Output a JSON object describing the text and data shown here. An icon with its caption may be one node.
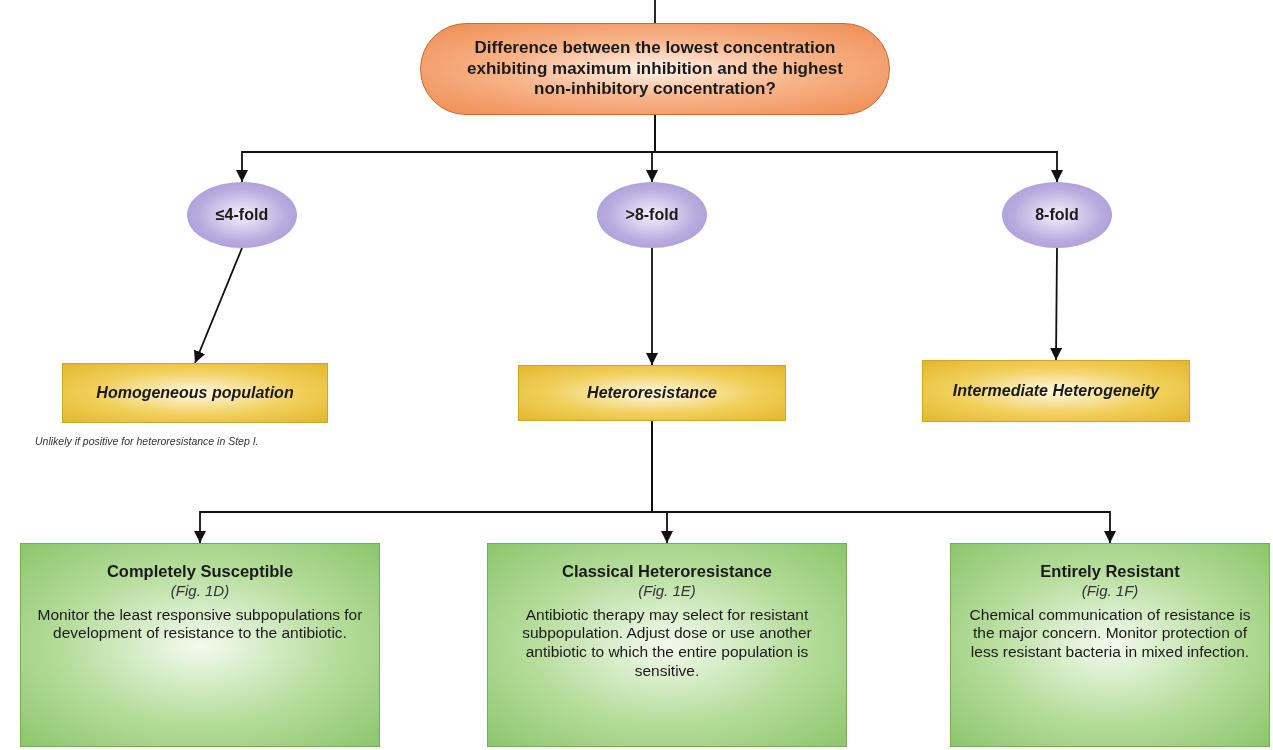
{
  "diagram": {
    "nodes": [
      {
        "text": [
          "Difference between the lowest concentration exhibiting maximum inhibition and the highest non-inhibitory concentration?"
        ]
      },
      {
        "text": [
          "≤4-fold"
        ]
      },
      {
        "text": [
          ">8-fold"
        ]
      },
      {
        "text": [
          "8-fold"
        ]
      },
      {
        "text": [
          "Homogeneous population"
        ],
        "beside": [
          "Unlikely if positive for heteroresistance in Step I."
        ]
      },
      {
        "text": [
          "Heteroresistance"
        ]
      },
      {
        "text": [
          "Intermediate Heterogeneity"
        ]
      },
      {
        "text": [
          "Completely Susceptible",
          "(Fig. 1D)",
          "Monitor the least responsive subpopulations for development of resistance to the antibiotic."
        ]
      },
      {
        "text": [
          "Classical Heteroresistance",
          "(Fig. 1E)",
          "Antibiotic therapy may select for resistant subpopulation. Adjust dose or use another antibiotic to which the entire population is sensitive."
        ]
      },
      {
        "text": [
          "Entirely Resistant",
          "(Fig. 1F)",
          "Chemical communication of resistance is the major concern. Monitor protection of less resistant bacteria in mixed infection."
        ]
      }
    ],
    "edges": [
      {
        "from": null,
        "to": 0,
        "arrow": "none"
      },
      {
        "from": 0,
        "to": 1,
        "arrow": "to"
      },
      {
        "from": 0,
        "to": 2,
        "arrow": "to"
      },
      {
        "from": 0,
        "to": 3,
        "arrow": "to"
      },
      {
        "from": 1,
        "to": 4,
        "arrow": "to"
      },
      {
        "from": 2,
        "to": 5,
        "arrow": "to"
      },
      {
        "from": 3,
        "to": 6,
        "arrow": "to"
      },
      {
        "from": 5,
        "to": 7,
        "arrow": "to"
      },
      {
        "from": 5,
        "to": 8,
        "arrow": "to"
      },
      {
        "from": 5,
        "to": 9,
        "arrow": "to"
      }
    ]
  }
}
